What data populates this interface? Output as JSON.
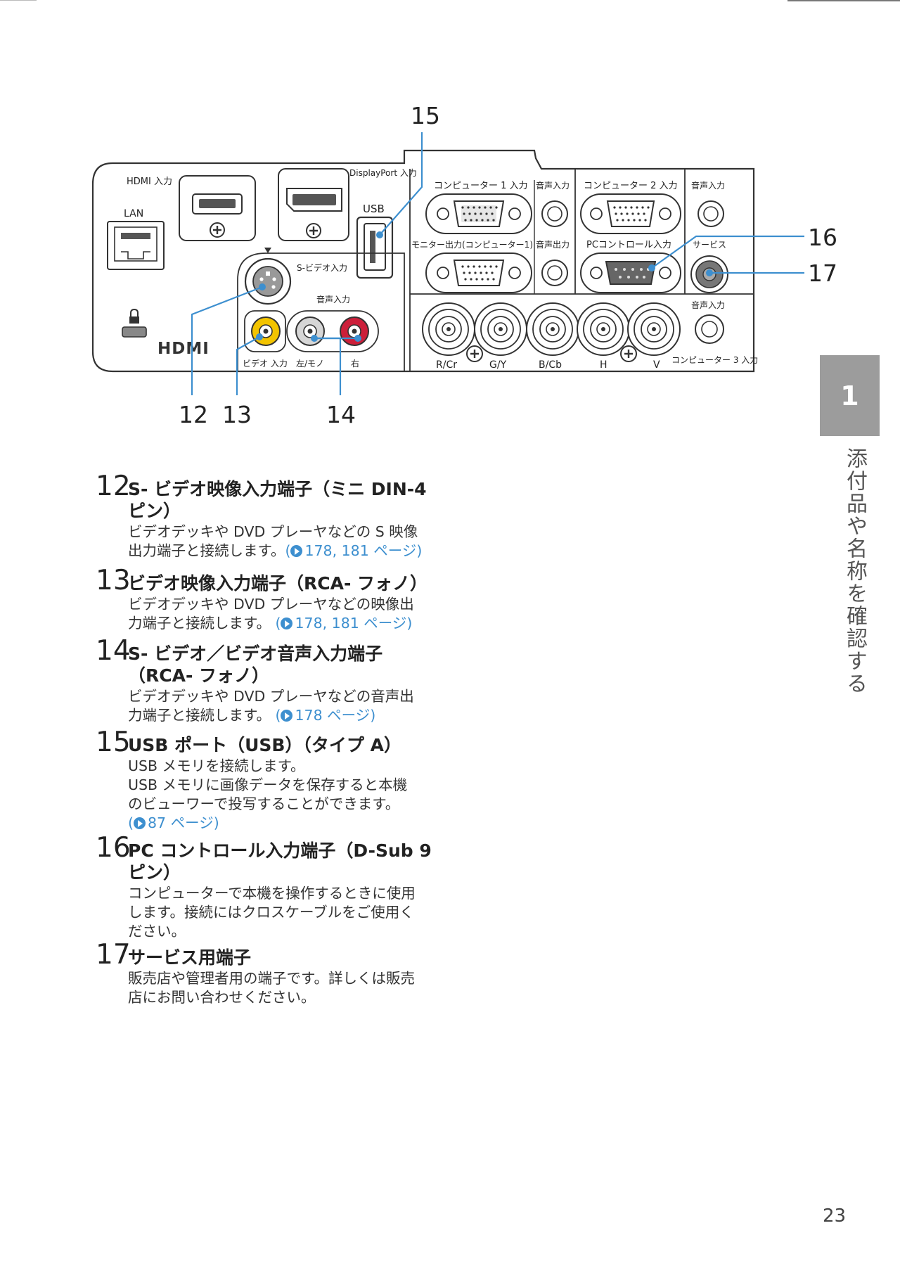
{
  "diagram": {
    "labels": {
      "hdmi_in": "HDMI 入力",
      "displayport_in": "DisplayPort 入力",
      "lan": "LAN",
      "usb": "USB",
      "s_video_in": "S-ビデオ入力",
      "audio_in_video": "音声入力",
      "video_in": "ビデオ 入力",
      "left_mono": "左/モノ",
      "right": "右",
      "computer1_in": "コンピューター 1 入力",
      "audio_in_1": "音声入力",
      "computer2_in": "コンピューター 2 入力",
      "audio_in_2": "音声入力",
      "monitor_out": "モニター出力(コンピューター1)",
      "audio_out": "音声出力",
      "pc_control_in": "PCコントロール入力",
      "service": "サービス",
      "audio_in_3": "音声入力",
      "r_cr": "R/Cr",
      "g_y": "G/Y",
      "b_cb": "B/Cb",
      "h": "H",
      "v": "V",
      "computer3_in": "コンピューター 3 入力",
      "hdmi_logo": "HDMI"
    },
    "callouts": {
      "c12": "12",
      "c13": "13",
      "c14": "14",
      "c15": "15",
      "c16": "16",
      "c17": "17"
    }
  },
  "chapter": {
    "number": "1",
    "title": "添付品や名称を確認する"
  },
  "items": [
    {
      "num": "12",
      "title_line1": "S- ビデオ映像入力端子（ミニ DIN-4",
      "title_line2": "ピン）",
      "body_lines": [
        "ビデオデッキや DVD プレーヤなどの S 映像",
        "出力端子と接続します。"
      ],
      "ref": "178, 181 ページ"
    },
    {
      "num": "13",
      "title_line1": "ビデオ映像入力端子（RCA- フォノ）",
      "body_lines": [
        "ビデオデッキや DVD プレーヤなどの映像出",
        "力端子と接続します。"
      ],
      "ref": "178, 181 ページ"
    },
    {
      "num": "14",
      "title_line1": "S- ビデオ／ビデオ音声入力端子",
      "title_line2": "（RCA- フォノ）",
      "body_lines": [
        "ビデオデッキや DVD プレーヤなどの音声出",
        "力端子と接続します。"
      ],
      "ref": "178 ページ"
    },
    {
      "num": "15",
      "title_line1": "USB ポート（USB）（タイプ A）",
      "body_lines": [
        "USB メモリを接続します。",
        "USB メモリに画像データを保存すると本機",
        "のビューワーで投写することができます。"
      ],
      "ref": "87 ページ"
    },
    {
      "num": "16",
      "title_line1": "PC コントロール入力端子（D-Sub 9",
      "title_line2": "ピン）",
      "body_lines": [
        "コンピューターで本機を操作するときに使用",
        "します。接続にはクロスケーブルをご使用く",
        "ださい。"
      ]
    },
    {
      "num": "17",
      "title_line1": "サービス用端子",
      "body_lines": [
        "販売店や管理者用の端子です。詳しくは販売",
        "店にお問い合わせください。"
      ]
    }
  ],
  "page_number": "23",
  "colors": {
    "accent": "#3d8fcf",
    "tab": "#9c9c9c",
    "video_yellow": "#f3c400",
    "audio_red": "#cc1f3a"
  }
}
